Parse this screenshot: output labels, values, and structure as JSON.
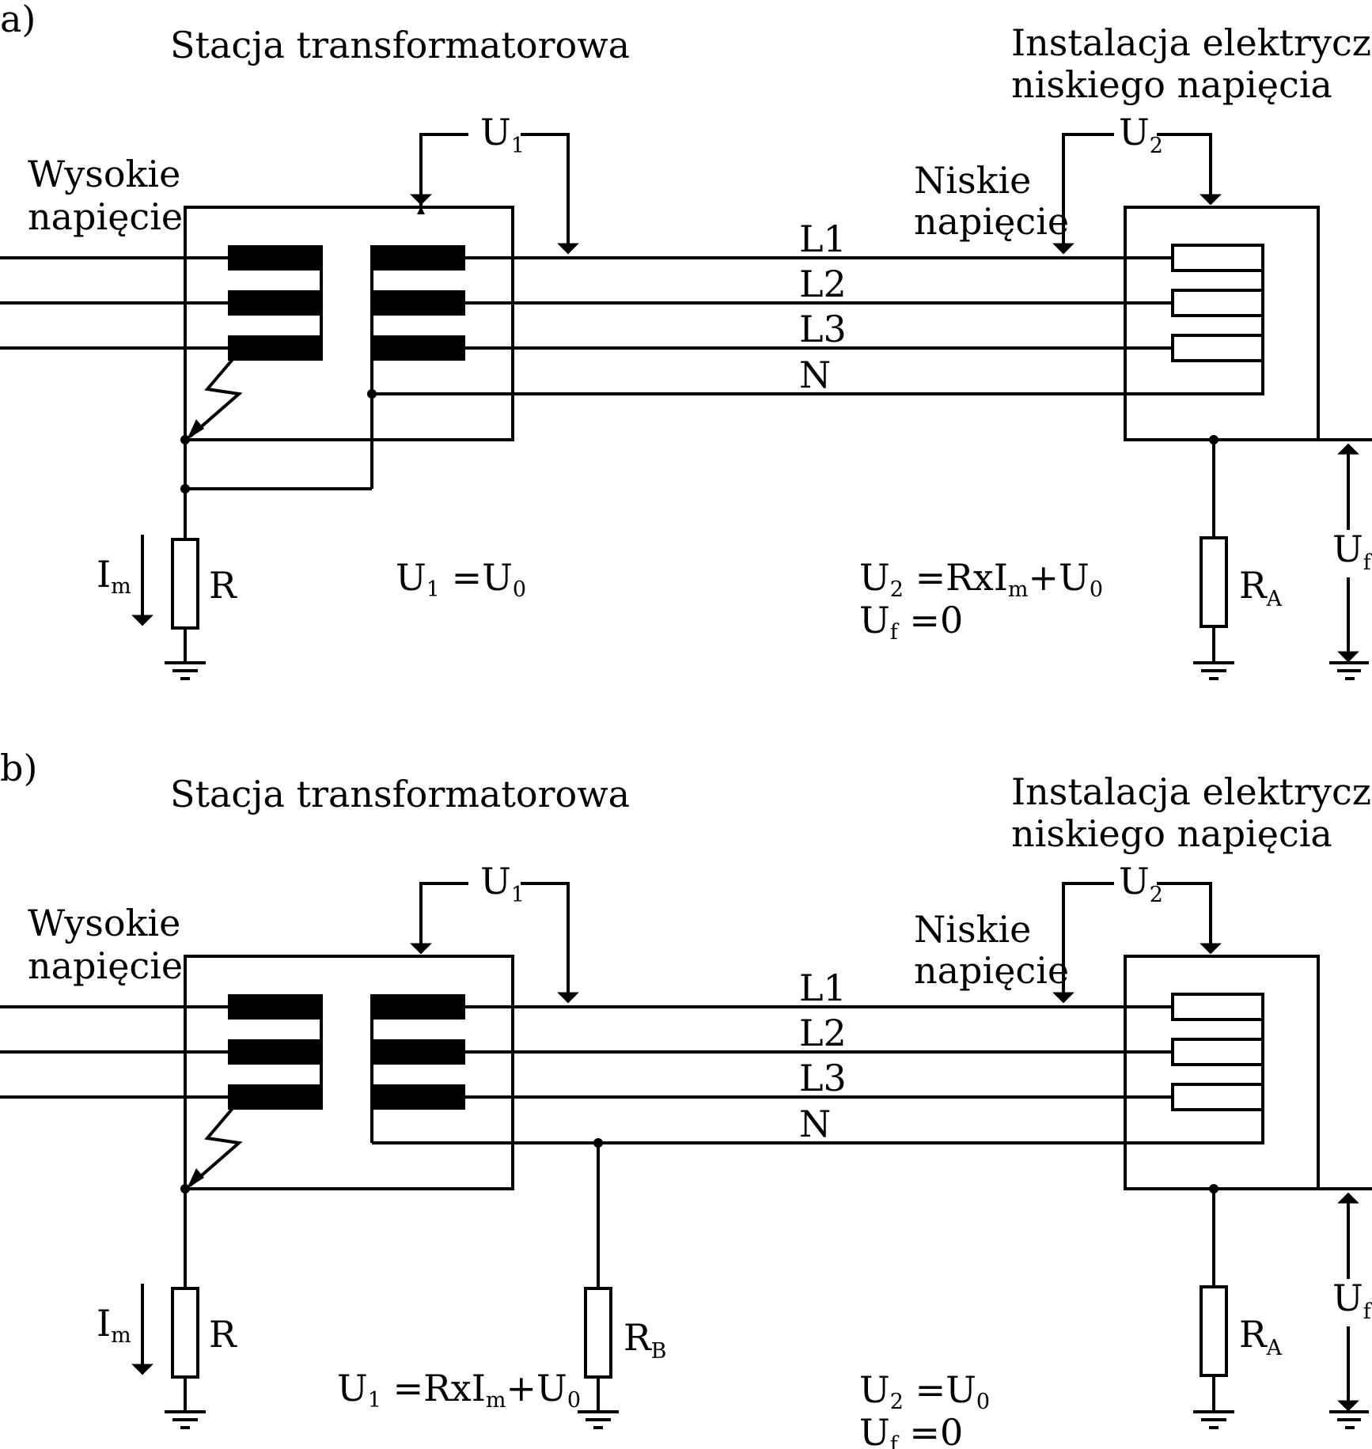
{
  "panels": [
    {
      "letter": "a)",
      "station_title": "Stacja transformatorowa",
      "installation_title_1": "Instalacja elektryczna",
      "installation_title_2": "niskiego napięcia",
      "high_voltage_1": "Wysokie",
      "high_voltage_2": "napięcie",
      "low_voltage_1": "Niskie",
      "low_voltage_2": "napięcie",
      "u1": {
        "main": "U",
        "sub": "1"
      },
      "u2": {
        "main": "U",
        "sub": "2"
      },
      "uf": {
        "main": "U",
        "sub": "f"
      },
      "im": {
        "main": "I",
        "sub": "m"
      },
      "lines": [
        "L1",
        "L2",
        "L3",
        "N"
      ],
      "r_label": "R",
      "ra": {
        "main": "R",
        "sub": "A"
      },
      "eq_u1": {
        "p1": "U",
        "s1": "1",
        "p2": " =U",
        "s2": "0",
        "p3": ""
      },
      "eq_u2": {
        "p1": "U",
        "s1": "2",
        "p2": " =RxI",
        "s2": "m",
        "p3": "+U",
        "s3": "0"
      },
      "eq_uf": {
        "p1": "U",
        "s1": "f",
        "p2": " =0"
      }
    },
    {
      "letter": "b)",
      "station_title": "Stacja transformatorowa",
      "installation_title_1": "Instalacja elektryczna",
      "installation_title_2": "niskiego napięcia",
      "high_voltage_1": "Wysokie",
      "high_voltage_2": "napięcie",
      "low_voltage_1": "Niskie",
      "low_voltage_2": "napięcie",
      "u1": {
        "main": "U",
        "sub": "1"
      },
      "u2": {
        "main": "U",
        "sub": "2"
      },
      "uf": {
        "main": "U",
        "sub": "f"
      },
      "im": {
        "main": "I",
        "sub": "m"
      },
      "lines": [
        "L1",
        "L2",
        "L3",
        "N"
      ],
      "r_label": "R",
      "ra": {
        "main": "R",
        "sub": "A"
      },
      "rb": {
        "main": "R",
        "sub": "B"
      },
      "eq_u1": {
        "p1": "U",
        "s1": "1",
        "p2": " =RxI",
        "s2": "m",
        "p3": "+U",
        "s3": "0"
      },
      "eq_u2": {
        "p1": "U",
        "s1": "2",
        "p2": " =U",
        "s2": "0",
        "p3": ""
      },
      "eq_uf": {
        "p1": "U",
        "s1": "f",
        "p2": " =0"
      }
    }
  ],
  "colors": {
    "stroke": "#000000",
    "background": "#ffffff"
  }
}
